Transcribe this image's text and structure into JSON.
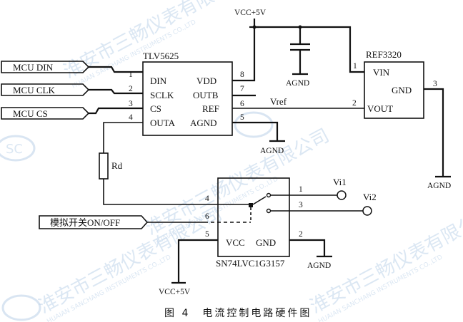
{
  "caption": "图 4　电流控制电路硬件图",
  "signals": {
    "din": "MCU DIN",
    "clk": "MCU CLK",
    "cs": "MCU CS",
    "analog_switch": "模拟开关ON/OFF"
  },
  "tlv5625": {
    "name": "TLV5625",
    "pins_left": [
      "DIN",
      "SCLK",
      "CS",
      "OUTA"
    ],
    "pins_right": [
      "VDD",
      "OUTB",
      "REF",
      "AGND"
    ],
    "numbers_left": [
      "1",
      "2",
      "3",
      "4"
    ],
    "numbers_right": [
      "8",
      "7",
      "6",
      "5"
    ]
  },
  "ref3320": {
    "name": "REF3320",
    "pin_vin": "VIN",
    "pin_gnd": "GND",
    "pin_vout": "VOUT",
    "num_vin": "1",
    "num_gnd": "3",
    "num_vout": "2"
  },
  "sn74": {
    "name": "SN74LVC1G3157",
    "pin_vcc": "VCC",
    "pin_gnd": "GND",
    "num_4": "4",
    "num_6": "6",
    "num_5": "5",
    "num_2": "2",
    "num_1": "1",
    "num_3": "3"
  },
  "nets": {
    "vcc_top": "VCC+5V",
    "vcc_bottom": "VCC+5V",
    "vref": "Vref",
    "rd": "Rd",
    "vi1": "Vi1",
    "vi2": "Vi2",
    "agnd_cap": "AGND",
    "agnd_tlv": "AGND",
    "agnd_ref": "AGND",
    "agnd_sn": "AGND"
  },
  "watermark": {
    "top": "淮安市三畅仪表有限公司",
    "top_en": "HUAIAN SANCHANG INSTRUMENTS CO.,LTD",
    "mid": "淮安市三畅仪表有限公司",
    "mid_en": "HUAIAN SANCHANG INSTRUMENTS CO.,LTD",
    "bottom": "淮安市三畅仪表有限公司",
    "bottom_en": "HUAIAN SANCHANG INSTRUMENTS CO.,LTD",
    "right": "淮安市三畅仪表有限公司",
    "right_en": "HUAIAN SANCHANG INSTRUMENTS CO.,LTD",
    "logo": "SC"
  }
}
